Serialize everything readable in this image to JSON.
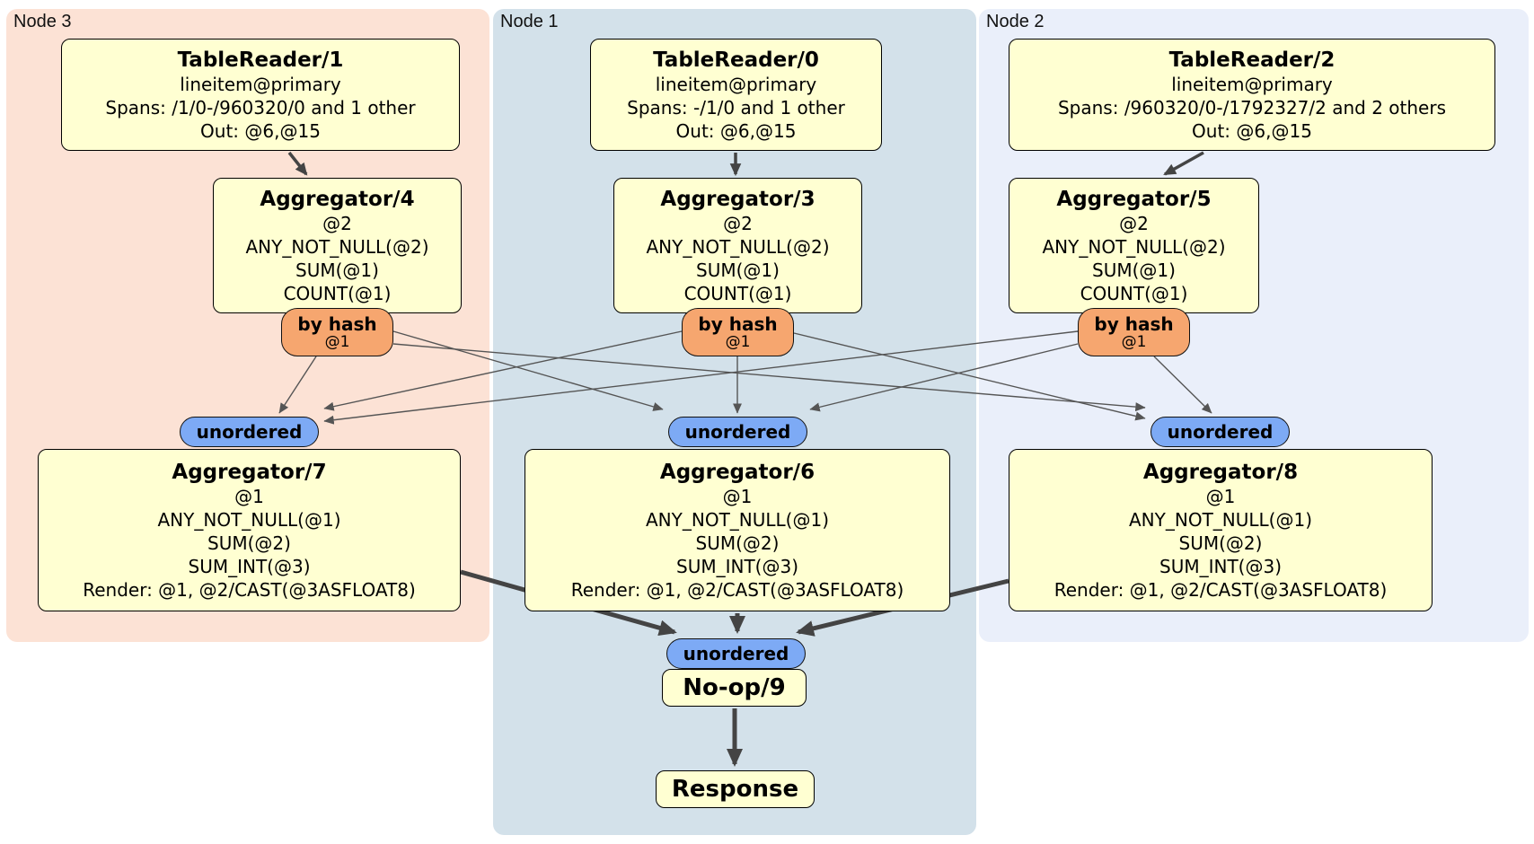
{
  "colors": {
    "node3_bg": "#fce2d5",
    "node1_bg": "#d3e1ea",
    "node2_bg": "#eaeffa",
    "processor_fill": "#ffffd2",
    "hash_pill_fill": "#f6a66f",
    "unordered_pill_fill": "#7daaf5",
    "edge_thin": "#555555",
    "edge_thick": "#444444"
  },
  "regions": [
    {
      "id": "node3",
      "label": "Node 3"
    },
    {
      "id": "node1",
      "label": "Node 1"
    },
    {
      "id": "node2",
      "label": "Node 2"
    }
  ],
  "processors": [
    {
      "id": "tr1",
      "title": "TableReader/1",
      "lines": [
        "lineitem@primary",
        "Spans: /1/0-/960320/0 and 1 other",
        "Out: @6,@15"
      ]
    },
    {
      "id": "tr0",
      "title": "TableReader/0",
      "lines": [
        "lineitem@primary",
        "Spans: -/1/0 and 1 other",
        "Out: @6,@15"
      ]
    },
    {
      "id": "tr2",
      "title": "TableReader/2",
      "lines": [
        "lineitem@primary",
        "Spans: /960320/0-/1792327/2 and 2 others",
        "Out: @6,@15"
      ]
    },
    {
      "id": "agg4",
      "title": "Aggregator/4",
      "lines": [
        "@2",
        "ANY_NOT_NULL(@2)",
        "SUM(@1)",
        "COUNT(@1)"
      ]
    },
    {
      "id": "agg3",
      "title": "Aggregator/3",
      "lines": [
        "@2",
        "ANY_NOT_NULL(@2)",
        "SUM(@1)",
        "COUNT(@1)"
      ]
    },
    {
      "id": "agg5",
      "title": "Aggregator/5",
      "lines": [
        "@2",
        "ANY_NOT_NULL(@2)",
        "SUM(@1)",
        "COUNT(@1)"
      ]
    },
    {
      "id": "agg7",
      "title": "Aggregator/7",
      "lines": [
        "@1",
        "ANY_NOT_NULL(@1)",
        "SUM(@2)",
        "SUM_INT(@3)",
        "Render: @1, @2/CAST(@3ASFLOAT8)"
      ]
    },
    {
      "id": "agg6",
      "title": "Aggregator/6",
      "lines": [
        "@1",
        "ANY_NOT_NULL(@1)",
        "SUM(@2)",
        "SUM_INT(@3)",
        "Render: @1, @2/CAST(@3ASFLOAT8)"
      ]
    },
    {
      "id": "agg8",
      "title": "Aggregator/8",
      "lines": [
        "@1",
        "ANY_NOT_NULL(@1)",
        "SUM(@2)",
        "SUM_INT(@3)",
        "Render: @1, @2/CAST(@3ASFLOAT8)"
      ]
    },
    {
      "id": "noop",
      "title": "No-op/9",
      "lines": []
    },
    {
      "id": "resp",
      "title": "Response",
      "lines": []
    }
  ],
  "connectors": {
    "by_hash": {
      "label": "by hash",
      "detail": "@1"
    },
    "unordered": {
      "label": "unordered"
    }
  }
}
